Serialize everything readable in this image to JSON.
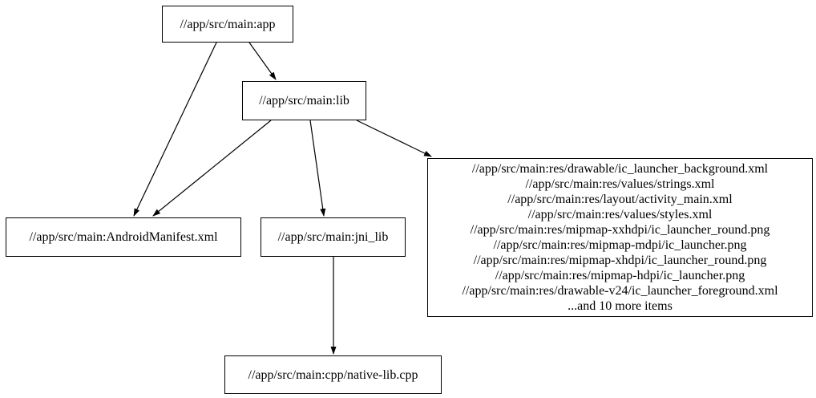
{
  "graph": {
    "background_color": "#ffffff",
    "node_fill_color": "#ffffff",
    "node_border_color": "#000000",
    "edge_color": "#000000",
    "text_color": "#000000",
    "nodes": {
      "app": {
        "label": "//app/src/main:app"
      },
      "lib": {
        "label": "//app/src/main:lib"
      },
      "android_manifest": {
        "label": "//app/src/main:AndroidManifest.xml"
      },
      "jni_lib": {
        "label": "//app/src/main:jni_lib"
      },
      "native_lib_cpp": {
        "label": "//app/src/main:cpp/native-lib.cpp"
      },
      "resources": {
        "lines": [
          "//app/src/main:res/drawable/ic_launcher_background.xml",
          "//app/src/main:res/values/strings.xml",
          "//app/src/main:res/layout/activity_main.xml",
          "//app/src/main:res/values/styles.xml",
          "//app/src/main:res/mipmap-xxhdpi/ic_launcher_round.png",
          "//app/src/main:res/mipmap-mdpi/ic_launcher.png",
          "//app/src/main:res/mipmap-xhdpi/ic_launcher_round.png",
          "//app/src/main:res/mipmap-hdpi/ic_launcher.png",
          "//app/src/main:res/drawable-v24/ic_launcher_foreground.xml",
          "...and 10 more items"
        ]
      }
    },
    "edges": [
      {
        "from": "app",
        "to": "android_manifest"
      },
      {
        "from": "app",
        "to": "lib"
      },
      {
        "from": "lib",
        "to": "android_manifest"
      },
      {
        "from": "lib",
        "to": "jni_lib"
      },
      {
        "from": "lib",
        "to": "resources"
      },
      {
        "from": "jni_lib",
        "to": "native_lib_cpp"
      }
    ]
  }
}
